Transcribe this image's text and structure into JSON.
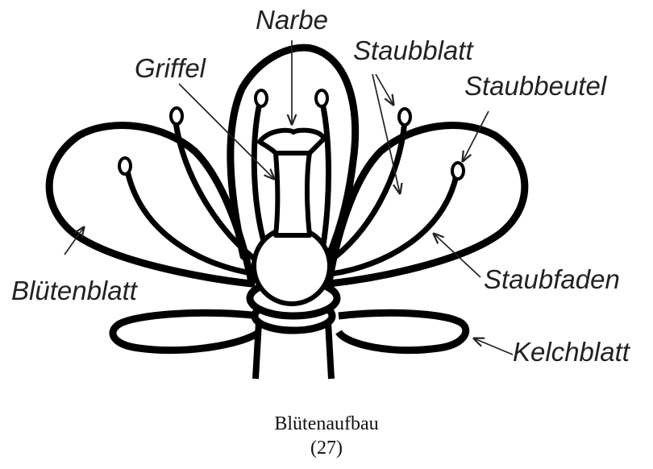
{
  "labels": {
    "narbe": "Narbe",
    "griffel": "Griffel",
    "staubblatt": "Staubblatt",
    "staubbeutel": "Staubbeutel",
    "bluetenblatt": "Blütenblatt",
    "staubfaden": "Staubfaden",
    "kelchblatt": "Kelchblatt"
  },
  "caption": {
    "title": "Blütenaufbau",
    "number": "(27)"
  },
  "colors": {
    "outline": "#000000",
    "label": "#222222",
    "background": "#ffffff"
  }
}
